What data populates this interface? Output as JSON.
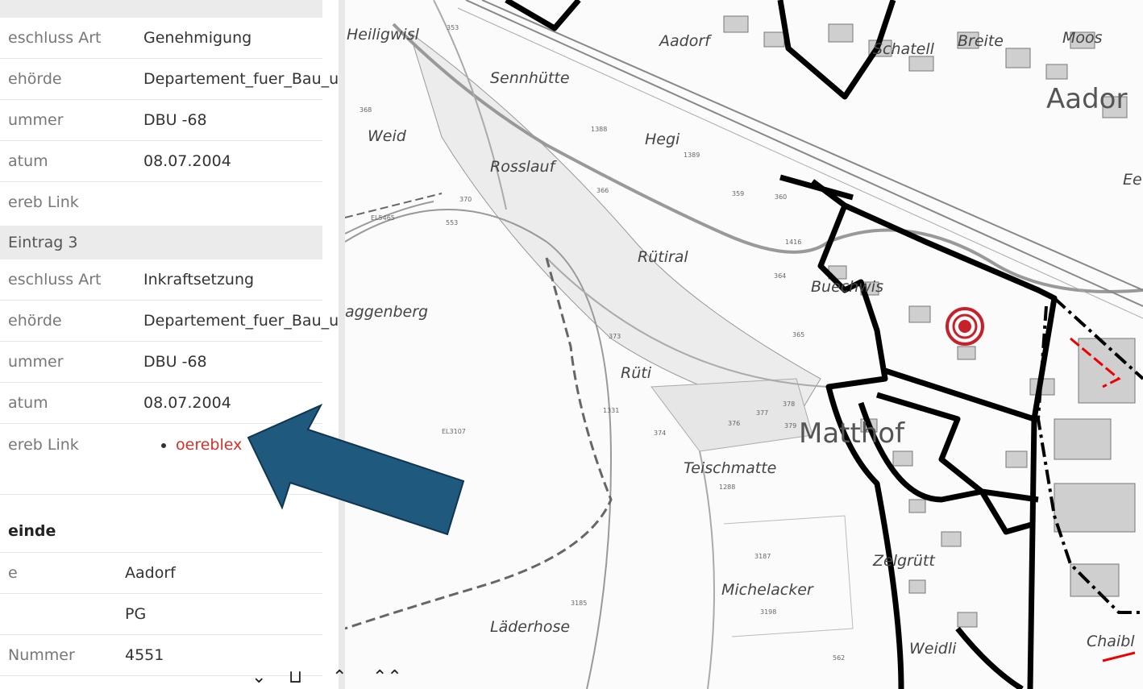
{
  "panel": {
    "entry2": [
      {
        "key": "eschluss Art",
        "value": "Genehmigung"
      },
      {
        "key": "ehörde",
        "value": "Departement_fuer_Bau_ur"
      },
      {
        "key": "ummer",
        "value": "DBU -68"
      },
      {
        "key": "atum",
        "value": "08.07.2004"
      },
      {
        "key": "ereb Link",
        "value": ""
      }
    ],
    "entry3_header": "Eintrag 3",
    "entry3": [
      {
        "key": "eschluss Art",
        "value": "Inkraftsetzung"
      },
      {
        "key": "ehörde",
        "value": "Departement_fuer_Bau_ur"
      },
      {
        "key": "ummer",
        "value": "DBU -68"
      },
      {
        "key": "atum",
        "value": "08.07.2004"
      }
    ],
    "entry3_link_key": "ereb Link",
    "entry3_link_text": "oereblex",
    "gemeinde_title": "einde",
    "gemeinde": [
      {
        "key": "e",
        "value": "Aadorf"
      },
      {
        "key": "",
        "value": "PG"
      },
      {
        "key": "Nummer",
        "value": "4551"
      }
    ]
  },
  "map": {
    "place_names": {
      "heiligwis": "Heiligwisl",
      "sennhuette": "Sennhütte",
      "weid": "Weid",
      "hegi": "Hegi",
      "rosslauf": "Rosslauf",
      "ruetiral": "Rütiral",
      "buechwis": "Buechwis",
      "aggenberg": "aggenberg",
      "rueti": "Rüti",
      "matthof": "Matthof",
      "teischmatte": "Teischmatte",
      "zelgrutt": "Zelgrütt",
      "michelacker": "Michelacker",
      "laederhose": "Läderhose",
      "weidli": "Weidli",
      "chaibl": "Chaibl",
      "aadorf_top": "Aadorf",
      "schatell": "Schatell",
      "breite": "Breite",
      "moos": "Moos",
      "aador_big": "Aador",
      "ee": "Ee"
    },
    "parcel_numbers": {
      "n353": "353",
      "n368": "368",
      "n1388": "1388",
      "n1389": "1389",
      "n366": "366",
      "n359": "359",
      "n360": "360",
      "n370": "370",
      "el5465": "EL5465",
      "n553": "553",
      "n1416": "1416",
      "n364": "364",
      "n373": "373",
      "n365": "365",
      "el3107": "EL3107",
      "n1331": "1331",
      "n374": "374",
      "n376": "376",
      "n377": "377",
      "n378": "378",
      "n379": "379",
      "n1288": "1288",
      "n3187": "3187",
      "n3185": "3185",
      "n3198": "3198",
      "n562": "562"
    },
    "marker_color": "#c8202a"
  },
  "arrow_color": "#1f5a7e",
  "toolbar": {
    "chevron_down": "⌄",
    "fit": "⊔",
    "chevron_up": "⌃",
    "chevrons_up": "⌃⌃"
  }
}
